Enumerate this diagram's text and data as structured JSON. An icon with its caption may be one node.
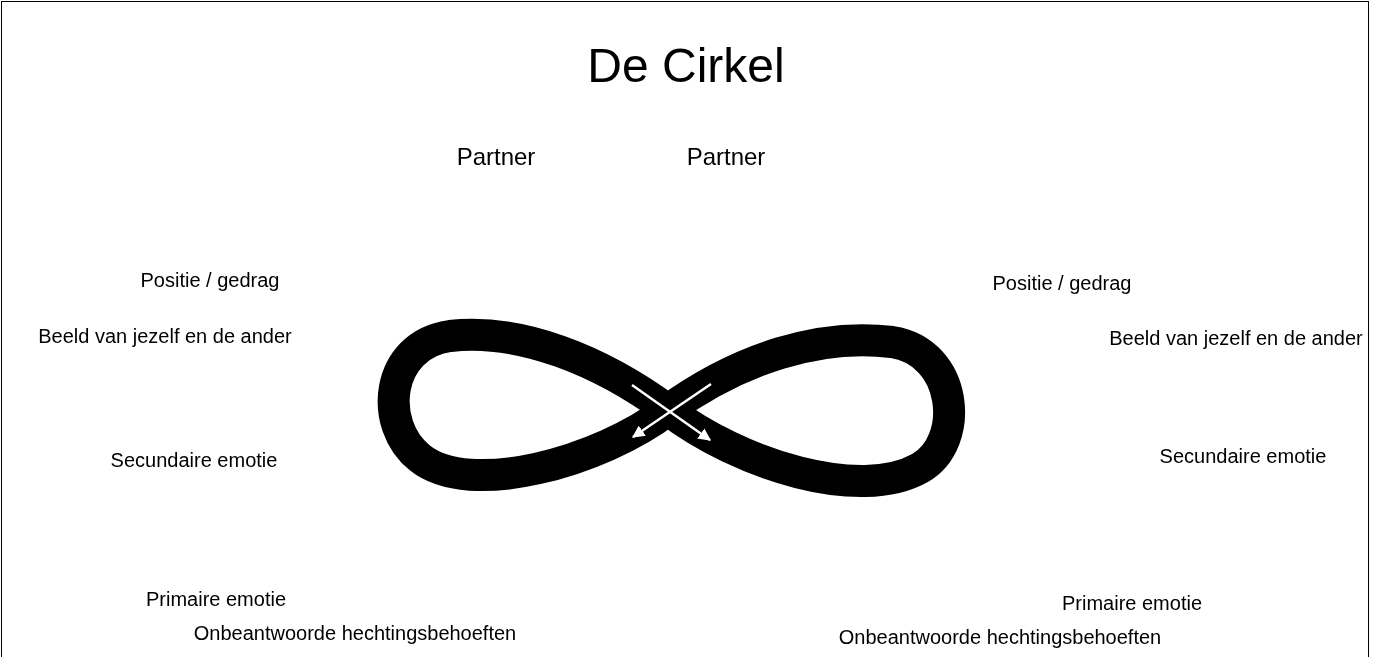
{
  "diagram": {
    "title": "De Cirkel",
    "labels": [
      "Partner",
      "Partner",
      "Positie / gedrag",
      "Positie / gedrag",
      "Beeld van jezelf en de ander",
      "Beeld van jezelf en de ander",
      "Secundaire emotie",
      "Secundaire emotie",
      "Primaire emotie",
      "Primaire emotie",
      "Onbeantwoorde hechtingsbehoeften",
      "Onbeantwoorde hechtingsbehoeften"
    ]
  }
}
